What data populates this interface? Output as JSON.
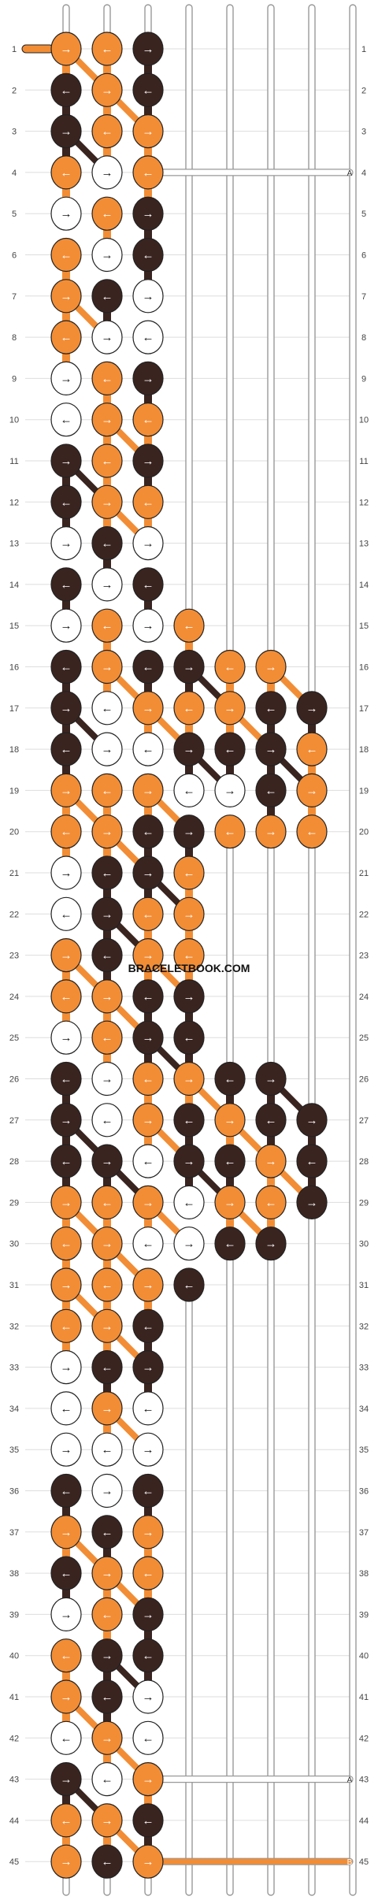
{
  "rows": 45,
  "strings": 8,
  "watermark": "BRACELETBOOK.COM",
  "end_labels": [
    "A",
    "A",
    "B"
  ],
  "colors": {
    "orange": "#F28D35",
    "dark": "#3A2420",
    "white": "#FFFFFF",
    "outline": "#222222",
    "line": "#999999",
    "string_edge": "#999999"
  },
  "knots": [
    "OOD",
    "DOD",
    "DOO",
    "OWO",
    "WOD",
    "OWD",
    "ODW",
    "OWW",
    "WOD",
    "WOO",
    "DOD",
    "DOO",
    "WDW",
    "DWD",
    "WOWO",
    "DODDOO",
    "DWOOODD",
    "DWWDDDO",
    "OOOWWDO",
    "OODDOOO",
    "WDDO",
    "WDOO",
    "ODOO",
    "OODD",
    "WODD",
    "DWOODD",
    "DWODODD",
    "DDWDDOD",
    "OOOWOOD",
    "OOWWDD",
    "OOOD",
    "OOD",
    "WDD",
    "WOW",
    "WWW",
    "DWD",
    "ODO",
    "DOO",
    "WOD",
    "ODD",
    "ODW",
    "WOW",
    "DWO",
    "OOD",
    "ODO"
  ]
}
